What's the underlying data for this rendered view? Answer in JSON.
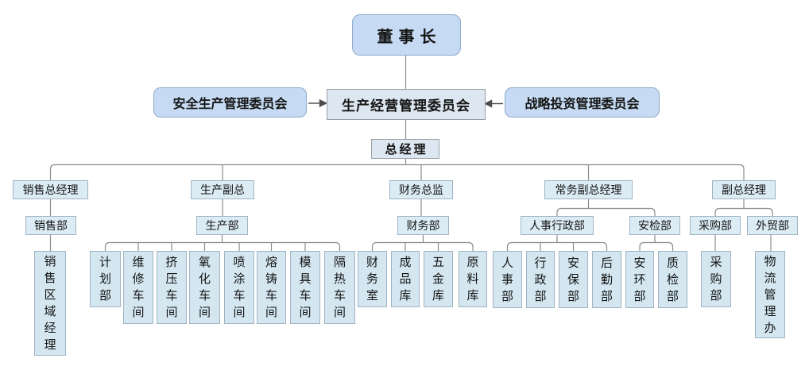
{
  "chart": {
    "type": "org-chart",
    "chairman": "董事长",
    "committee_left": "安全生产管理委员会",
    "committee_center": "生产经营管理委员会",
    "committee_right": "战略投资管理委员会",
    "general_manager": "总经理",
    "executives": [
      "销售总经理",
      "生产副总",
      "财务总监",
      "常务副总经理",
      "副总经理"
    ],
    "departments": [
      "销售部",
      "生产部",
      "财务部",
      "人事行政部",
      "安检部",
      "采购部",
      "外贸部"
    ],
    "units": [
      "销售区域经理",
      "计划部",
      "维修车间",
      "挤压车间",
      "氧化车间",
      "喷涂车间",
      "熔铸车间",
      "模具车间",
      "隔热车间",
      "财务室",
      "成品库",
      "五金库",
      "原料库",
      "人事部",
      "行政部",
      "安保部",
      "后勤部",
      "安环部",
      "质检部",
      "采购部",
      "物流管理办"
    ],
    "hierarchy": {
      "董事长": [
        "生产经营管理委员会"
      ],
      "生产经营管理委员会": [
        "总经理"
      ],
      "advisory_to_center": [
        "安全生产管理委员会",
        "战略投资管理委员会"
      ],
      "总经理": [
        "销售总经理",
        "生产副总",
        "财务总监",
        "常务副总经理",
        "副总经理"
      ],
      "销售总经理": [
        "销售部"
      ],
      "生产副总": [
        "生产部"
      ],
      "财务总监": [
        "财务部"
      ],
      "常务副总经理": [
        "人事行政部",
        "安检部"
      ],
      "副总经理": [
        "采购部",
        "外贸部"
      ],
      "销售部": [
        "销售区域经理"
      ],
      "生产部": [
        "计划部",
        "维修车间",
        "挤压车间",
        "氧化车间",
        "喷涂车间",
        "熔铸车间",
        "模具车间",
        "隔热车间"
      ],
      "财务部": [
        "财务室",
        "成品库",
        "五金库",
        "原料库"
      ],
      "人事行政部": [
        "人事部",
        "行政部",
        "安保部",
        "后勤部"
      ],
      "安检部": [
        "安环部",
        "质检部"
      ],
      "采购部": [
        "采购部"
      ],
      "外贸部": [
        "物流管理办"
      ]
    }
  },
  "colors": {
    "top_box_fill": "#c6dbf3",
    "top_box_border": "#8fa9cb",
    "header_box_fill": "#dde7f1",
    "header_box_border": "#999fa6",
    "leaf_box_fill": "#dcecf5",
    "leaf_box_border": "#9fb4c4",
    "unit_box_fill": "#d4e7f1",
    "connector": "#8c8c8c",
    "arrow": "#4d4d4d",
    "text": "#141414",
    "background": "#ffffff"
  }
}
